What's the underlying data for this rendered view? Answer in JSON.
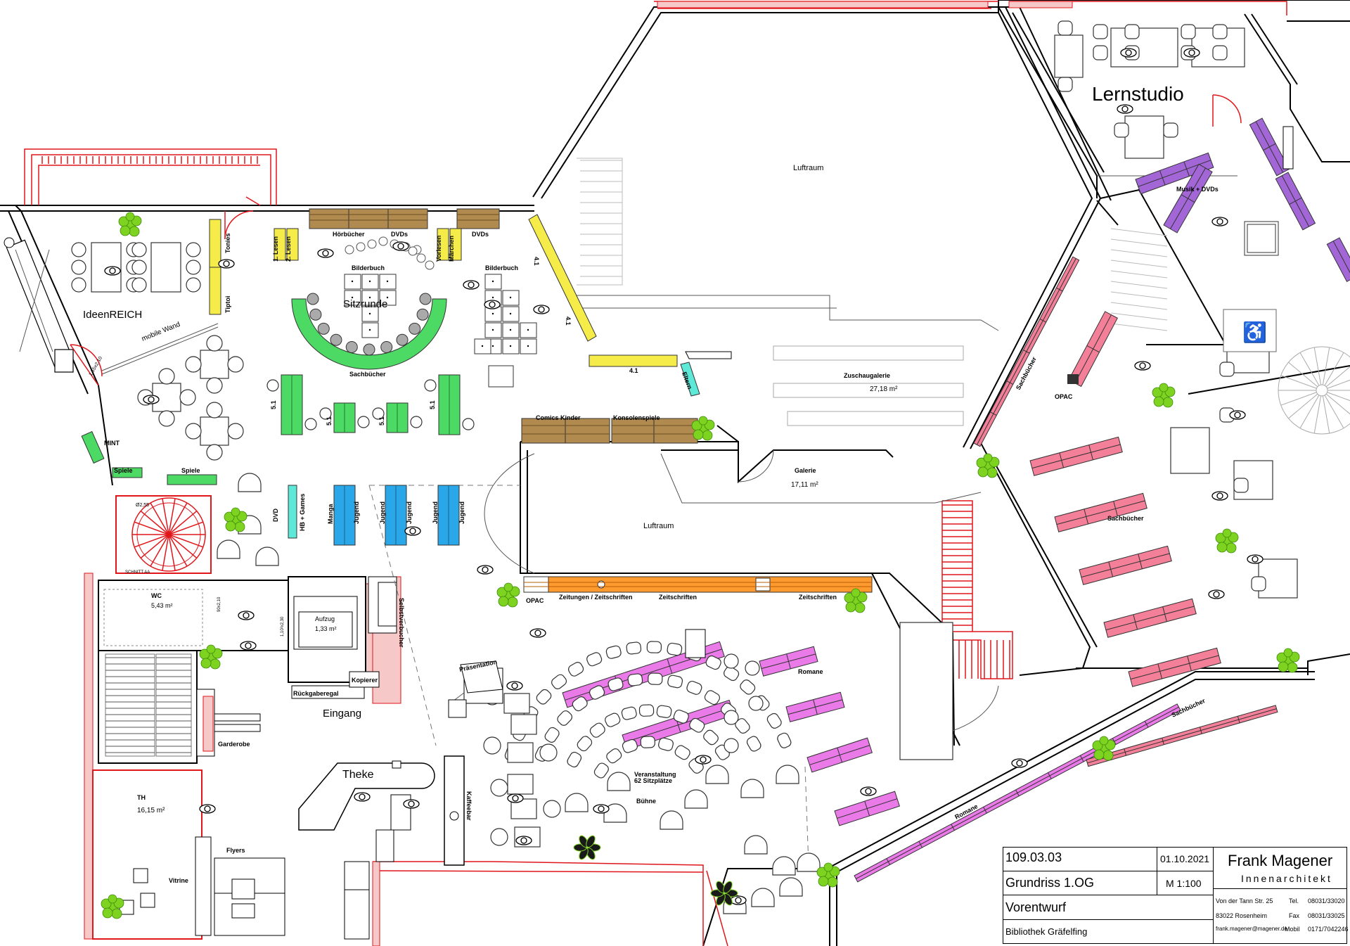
{
  "colors": {
    "picture_books": "#ffffff",
    "green_shelves": "#4cd964",
    "blue_shelves": "#2aa7e8",
    "yellow_shelves": "#f5ec4a",
    "brown_shelves": "#b08a4e",
    "orange_shelves": "#ff9a2e",
    "pink_shelves": "#f47f99",
    "magenta_shelves": "#e97ae8",
    "purple_shelves": "#a266d6",
    "cyan_shelf": "#5ee8d8",
    "walls_red": "#e0161b"
  },
  "rooms": {
    "ideenreich": "IdeenREICH",
    "mobile_wall": "mobile Wand",
    "door_size": "1,55x2,10",
    "sitzrunde": "Sitzrunde",
    "luftraum_top": "Luftraum",
    "luftraum_mid": "Luftraum",
    "lernstudio": "Lernstudio",
    "zuschaugalerie": "Zuschaugalerie",
    "zuschaugalerie_area": "27,18 m²",
    "galerie": "Galerie",
    "galerie_area": "17,11 m²",
    "wc": "WC",
    "wc_area": "5,43 m²",
    "aufzug": "Aufzug",
    "aufzug_area": "1,33 m²",
    "eingang": "Eingang",
    "th": "TH",
    "th_area": "16,15 m²",
    "theke": "Theke",
    "veranstaltung": "Veranstaltung",
    "sitzplaetze": "62 Sitzplätze",
    "buehne": "Bühne",
    "schnitt": "SCHNITT AA",
    "spiral_size": "Ø2,55",
    "lift_door": "1,10²x2,30",
    "wc_door": "90x2,10"
  },
  "labels": {
    "tonies": "Tonies",
    "tiptoi": "Tiptoi",
    "lesen1": "1. Lesen",
    "lesen2": "2. Lesen",
    "hoerbuecher": "Hörbücher",
    "dvds": "DVDs",
    "vorlesen": "Vorlesen",
    "maerchen": "Märchen",
    "dvds2": "DVDs",
    "bilderbuch": "Bilderbuch",
    "bilderbuch2": "Bilderbuch",
    "sachbuecher_kids": "Sachbücher",
    "four_one_a": "4.1",
    "four_one_b": "4.1",
    "four_one_c": "4.1",
    "eltern": "Eltern",
    "comics": "Comics Kinder",
    "konsolen": "Konsolenspiele",
    "five_one": "5.1",
    "mint": "MINT",
    "spiele": "Spiele",
    "spiele2": "Spiele",
    "dvd": "DVD",
    "hb_games": "HB + Games",
    "manga": "Manga",
    "jugend": "Jugend",
    "opac": "OPAC",
    "opac2": "OPAC",
    "zeitungen": "Zeitungen / Zeitschriften",
    "zeitschriften": "Zeitschriften",
    "zeitschriften2": "Zeitschriften",
    "praesentation": "Präsentation",
    "romane": "Romane",
    "romane2": "Romane",
    "sachbuecher": "Sachbücher",
    "sachbuecher2": "Sachbücher",
    "sachbuecher3": "Sachbücher",
    "musik": "Musik + DVDs",
    "selbstverbucher": "Selbstverbucher",
    "rueckgaberegal": "Rückgaberegal",
    "kopierer": "Kopierer",
    "garderobe": "Garderobe",
    "flyers": "Flyers",
    "vitrine": "Vitrine",
    "kaffeebar": "Kaffeebar"
  },
  "titleblock": {
    "number": "109.03.03",
    "date": "01.10.2021",
    "drawing": "Grundriss 1.OG",
    "scale": "M 1:100",
    "phase": "Vorentwurf",
    "project": "Bibliothek Gräfelfing",
    "firm": "Frank Magener",
    "firm_sub": "Innenarchitekt",
    "address1": "Von der Tann Str. 25",
    "address2": "83022 Rosenheim",
    "email": "frank.magener@magener.de",
    "tel_label": "Tel.",
    "tel": "08031/33020",
    "fax_label": "Fax",
    "fax": "08031/33025",
    "mobil_label": "Mobil",
    "mobil": "0171/7042246"
  }
}
